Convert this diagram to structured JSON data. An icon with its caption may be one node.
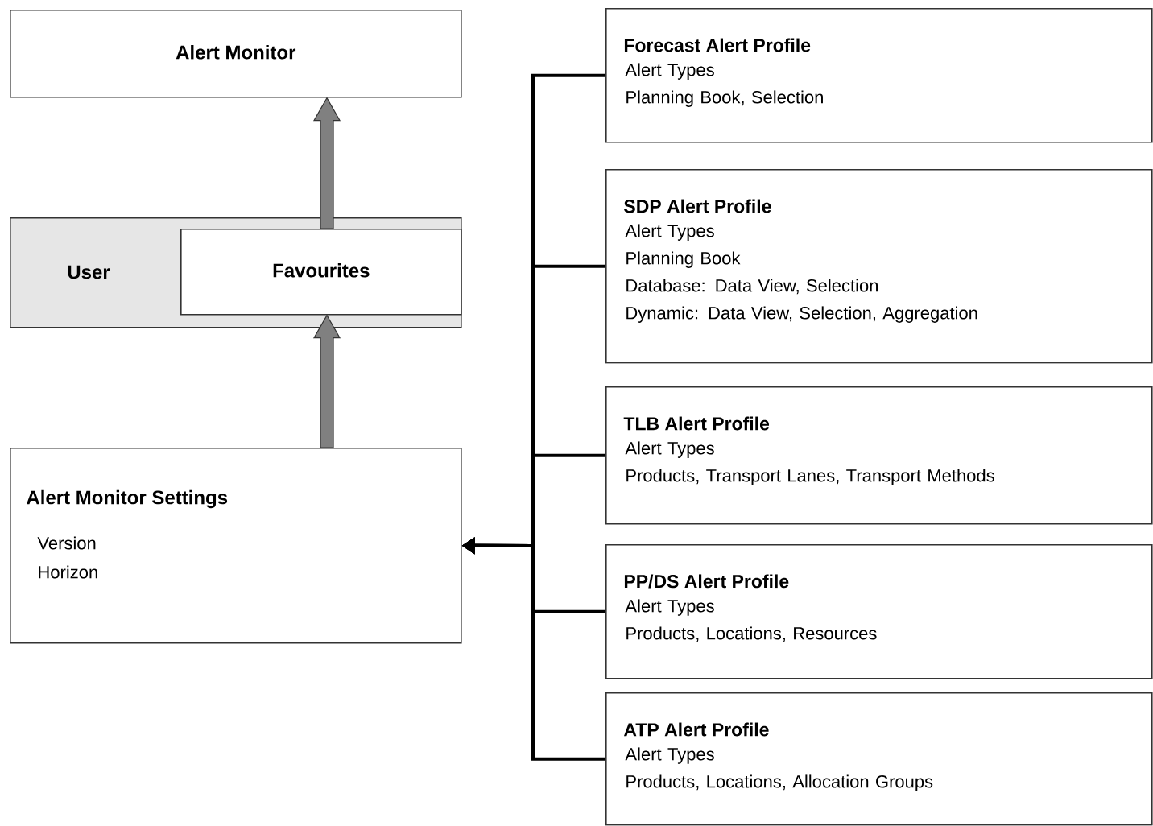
{
  "diagram": {
    "nodes": [
      {
        "text": [
          "Alert Monitor"
        ]
      },
      {
        "text": [
          "User"
        ]
      },
      {
        "text": [
          "Favourites"
        ],
        "in": 1
      },
      {
        "text": [
          "Alert Monitor Settings",
          "Version",
          "Horizon"
        ]
      },
      {
        "text": [
          "Forecast Alert Profile",
          "Alert Types",
          "Planning Book, Selection"
        ]
      },
      {
        "text": [
          "SDP Alert Profile",
          "Alert Types",
          "Planning Book",
          "Database: Data View, Selection",
          "Dynamic: Data View, Selection, Aggregation"
        ]
      },
      {
        "text": [
          "TLB Alert Profile",
          "Alert Types",
          "Products, Transport Lanes, Transport Methods"
        ]
      },
      {
        "text": [
          "PP/DS Alert Profile",
          "Alert Types",
          "Products, Locations, Resources"
        ]
      },
      {
        "text": [
          "ATP Alert Profile",
          "Alert Types",
          "Products, Locations, Allocation Groups"
        ]
      }
    ],
    "edges": [
      {
        "from": 2,
        "to": 0,
        "arrow": "to",
        "style": "thick",
        "color": "#808080"
      },
      {
        "from": 3,
        "to": 2,
        "arrow": "to",
        "style": "thick",
        "color": "#808080"
      },
      {
        "from": 4,
        "to": 3,
        "arrow": "to"
      },
      {
        "from": 5,
        "to": 3,
        "arrow": "to"
      },
      {
        "from": 6,
        "to": 3,
        "arrow": "to"
      },
      {
        "from": 7,
        "to": 3,
        "arrow": "to"
      },
      {
        "from": 8,
        "to": 3,
        "arrow": "to"
      }
    ]
  }
}
